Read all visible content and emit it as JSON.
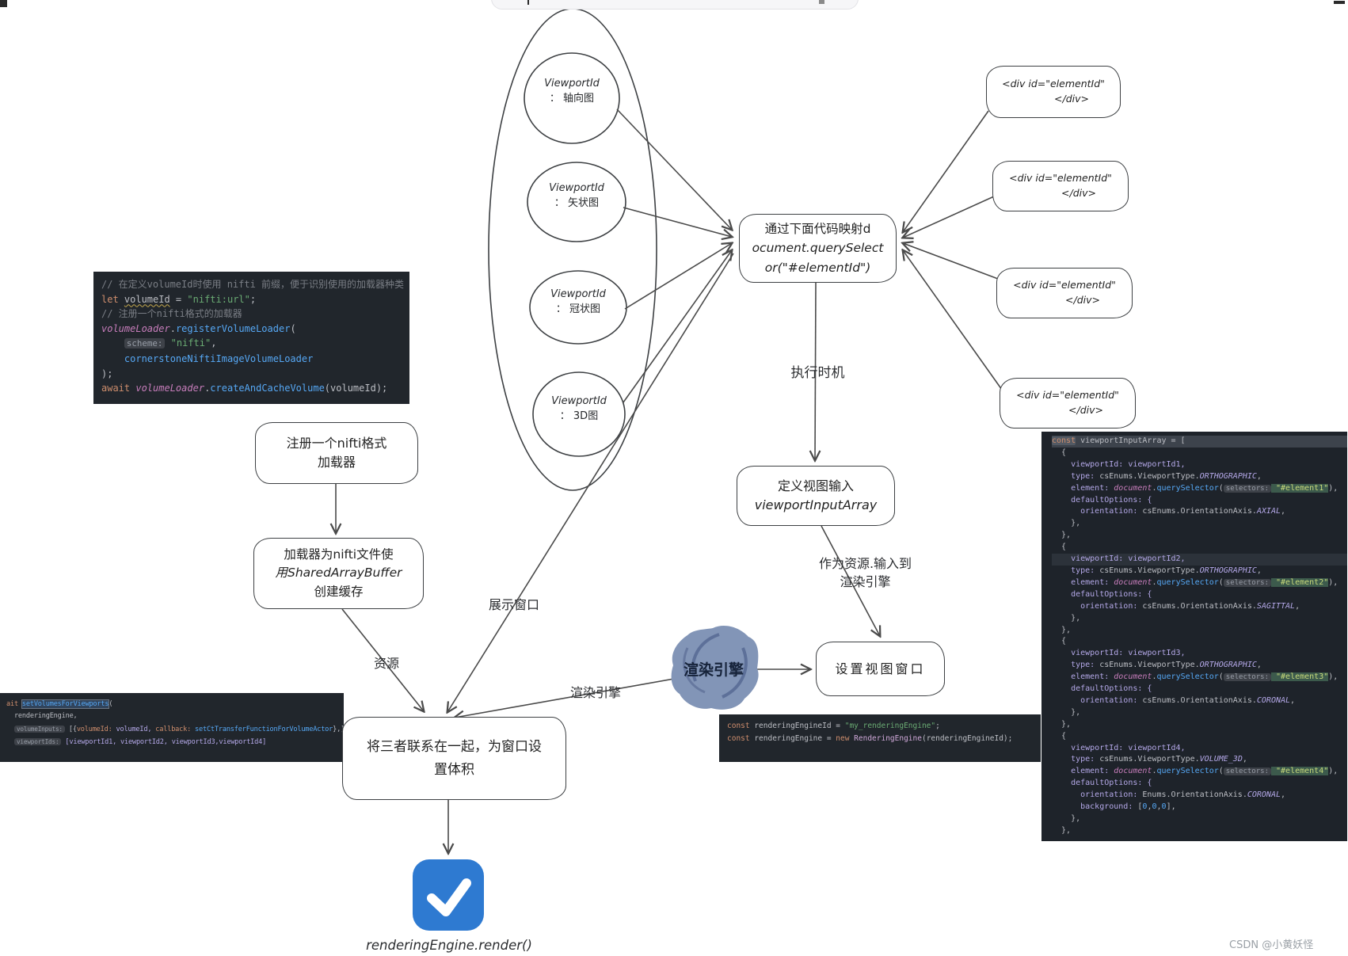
{
  "watermark": "CSDN @小黄妖怪",
  "colors": {
    "accent_blue": "#2e7ad1",
    "blob_blue": "#8295b7",
    "code_bg": "#21262c",
    "panel_bg": "#1e232a"
  },
  "icons": {
    "checkmark": "check-icon",
    "blob": "render-engine-scribble"
  },
  "circles": [
    {
      "title": "ViewportId",
      "sub": "： 轴向图"
    },
    {
      "title": "ViewportId",
      "sub": "： 矢状图"
    },
    {
      "title": "ViewportId",
      "sub": "： 冠状图"
    },
    {
      "title": "ViewportId",
      "sub": "： 3D图"
    }
  ],
  "div_boxes": [
    {
      "l1": "<div id=\"elementId\"",
      "l2": "</div>"
    },
    {
      "l1": "<div id=\"elementId\"",
      "l2": "</div>"
    },
    {
      "l1": "<div id=\"elementId\"",
      "l2": "</div>"
    },
    {
      "l1": "<div id=\"elementId\"",
      "l2": "</div>"
    }
  ],
  "nodes": {
    "map_code": {
      "l1": "通过下面代码映射d",
      "l2": "ocument.querySelect",
      "l3": "or(\"#elementId\")"
    },
    "define_input": {
      "l1": "定义视图输入",
      "l2": "viewportInputArray"
    },
    "set_viewport": {
      "label": "设置视图窗口"
    },
    "register_loader": {
      "l1": "注册一个nifti格式",
      "l2": "加载器"
    },
    "loader_buffer": {
      "l1": "加载器为nifti文件使",
      "l2": "用SharedArrayBuffer",
      "l3": "创建缓存"
    },
    "combine": {
      "l1": "将三者联系在一起，为窗口设",
      "l2": "置体积"
    }
  },
  "labels": {
    "exec_timing": "执行时机",
    "as_resource_l1": "作为资源.输入到",
    "as_resource_l2": "渲染引擎",
    "engine_blob": "渲染引擎",
    "engine_arrow": "渲染引擎",
    "display_window": "展示窗口",
    "resource": "资源",
    "render_call": "renderingEngine.render()"
  },
  "code1": {
    "lines": [
      {
        "t": [
          [
            "cmt",
            "// 在定义volumeId时使用 nifti 前缀，便于识别使用的加载器种类"
          ]
        ]
      },
      {
        "t": [
          [
            "kw",
            "let "
          ],
          [
            "ul",
            "volumeId"
          ],
          [
            "pl",
            " = "
          ],
          [
            "str",
            "\"nifti:url\""
          ],
          [
            "pl",
            ";"
          ]
        ]
      },
      {
        "t": [
          [
            "cmt",
            "// 注册一个nifti格式的加载器"
          ]
        ]
      },
      {
        "t": [
          [
            "gv",
            "volumeLoader"
          ],
          [
            "pl",
            "."
          ],
          [
            "fn",
            "registerVolumeLoader"
          ],
          [
            "pl",
            "("
          ]
        ]
      },
      {
        "t": [
          [
            "pl",
            "    "
          ],
          [
            "chip",
            "scheme:"
          ],
          [
            "str",
            " \"nifti\""
          ],
          [
            "pl",
            ","
          ]
        ]
      },
      {
        "t": [
          [
            "pl",
            "    "
          ],
          [
            "fn",
            "cornerstoneNiftiImageVolumeLoader"
          ]
        ]
      },
      {
        "t": [
          [
            "pl",
            ");"
          ]
        ]
      },
      {
        "t": [
          [
            "kw",
            "await "
          ],
          [
            "gv",
            "volumeLoader"
          ],
          [
            "pl",
            "."
          ],
          [
            "fn",
            "createAndCacheVolume"
          ],
          [
            "pl",
            "(volumeId);"
          ]
        ]
      }
    ]
  },
  "code2": {
    "lines": [
      {
        "t": [
          [
            "kw",
            "const "
          ],
          [
            "pl",
            "renderingEngineId = "
          ],
          [
            "str",
            "\"my_renderingEngine\""
          ],
          [
            "pl",
            ";"
          ]
        ]
      },
      {
        "t": [
          [
            "kw",
            "const "
          ],
          [
            "pl",
            "renderingEngine = "
          ],
          [
            "kw",
            "new "
          ],
          [
            "cls2",
            "RenderingEngine"
          ],
          [
            "pl",
            "(renderingEngineId);"
          ]
        ]
      }
    ]
  },
  "code3": {
    "lines": [
      {
        "t": [
          [
            "kw",
            "ait "
          ],
          [
            "fnbox",
            "setVolumesForViewports"
          ],
          [
            "pl",
            "("
          ]
        ]
      },
      {
        "t": [
          [
            "pl",
            "  renderingEngine,"
          ]
        ]
      },
      {
        "t": [
          [
            "pl",
            "  "
          ],
          [
            "chip",
            "volumeInputs:"
          ],
          [
            "pl",
            " [{"
          ],
          [
            "kw",
            "volumeId:"
          ],
          [
            "key",
            " volumeId, "
          ],
          [
            "kw",
            "callback:"
          ],
          [
            "fn",
            " setCtTransferFunctionForVolumeActor"
          ],
          [
            "pl",
            "},],"
          ]
        ]
      },
      {
        "t": [
          [
            "pl",
            "  "
          ],
          [
            "chip",
            "viewportIds:"
          ],
          [
            "key",
            " [viewportId1, viewportId2, viewportId3,viewportId4]"
          ]
        ]
      }
    ]
  },
  "code4": {
    "lines": [
      {
        "c": "hlt",
        "t": [
          [
            "kwbox",
            "const"
          ],
          [
            "pl",
            " viewportInputArray = ["
          ]
        ]
      },
      {
        "t": [
          [
            "pl",
            "  {"
          ]
        ]
      },
      {
        "t": [
          [
            "key",
            "    viewportId: viewportId1,"
          ]
        ]
      },
      {
        "t": [
          [
            "key",
            "    type: "
          ],
          [
            "pl",
            "csEnums.ViewportType."
          ],
          [
            "en",
            "ORTHOGRAPHIC"
          ],
          [
            "pl",
            ","
          ]
        ]
      },
      {
        "t": [
          [
            "key",
            "    element: "
          ],
          [
            "gv",
            "document"
          ],
          [
            "pl",
            "."
          ],
          [
            "fn",
            "querySelector"
          ],
          [
            "pl",
            "("
          ],
          [
            "chip",
            "selectors:"
          ],
          [
            "sel",
            " \"#element1\""
          ],
          [
            "pl",
            "),"
          ]
        ]
      },
      {
        "t": [
          [
            "key",
            "    defaultOptions: {"
          ]
        ]
      },
      {
        "t": [
          [
            "key",
            "      orientation: "
          ],
          [
            "pl",
            "csEnums.OrientationAxis."
          ],
          [
            "en",
            "AXIAL"
          ],
          [
            "pl",
            ","
          ]
        ]
      },
      {
        "t": [
          [
            "pl",
            "    },"
          ]
        ]
      },
      {
        "t": [
          [
            "pl",
            "  },"
          ]
        ]
      },
      {
        "t": [
          [
            "pl",
            "  {"
          ]
        ]
      },
      {
        "c": "hll",
        "t": [
          [
            "key",
            "    viewportId: viewportId2,"
          ]
        ]
      },
      {
        "t": [
          [
            "key",
            "    type: "
          ],
          [
            "pl",
            "csEnums.ViewportType."
          ],
          [
            "en",
            "ORTHOGRAPHIC"
          ],
          [
            "pl",
            ","
          ]
        ]
      },
      {
        "t": [
          [
            "key",
            "    element: "
          ],
          [
            "gv",
            "document"
          ],
          [
            "pl",
            "."
          ],
          [
            "fn",
            "querySelector"
          ],
          [
            "pl",
            "("
          ],
          [
            "chip",
            "selectors:"
          ],
          [
            "sel",
            " \"#element2\""
          ],
          [
            "pl",
            "),"
          ]
        ]
      },
      {
        "t": [
          [
            "key",
            "    defaultOptions: {"
          ]
        ]
      },
      {
        "t": [
          [
            "key",
            "      orientation: "
          ],
          [
            "pl",
            "csEnums.OrientationAxis."
          ],
          [
            "en",
            "SAGITTAL"
          ],
          [
            "pl",
            ","
          ]
        ]
      },
      {
        "t": [
          [
            "pl",
            "    },"
          ]
        ]
      },
      {
        "t": [
          [
            "pl",
            "  },"
          ]
        ]
      },
      {
        "t": [
          [
            "pl",
            "  {"
          ]
        ]
      },
      {
        "t": [
          [
            "key",
            "    viewportId: viewportId3,"
          ]
        ]
      },
      {
        "t": [
          [
            "key",
            "    type: "
          ],
          [
            "pl",
            "csEnums.ViewportType."
          ],
          [
            "en",
            "ORTHOGRAPHIC"
          ],
          [
            "pl",
            ","
          ]
        ]
      },
      {
        "t": [
          [
            "key",
            "    element: "
          ],
          [
            "gv",
            "document"
          ],
          [
            "pl",
            "."
          ],
          [
            "fn",
            "querySelector"
          ],
          [
            "pl",
            "("
          ],
          [
            "chip",
            "selectors:"
          ],
          [
            "sel",
            " \"#element3\""
          ],
          [
            "pl",
            "),"
          ]
        ]
      },
      {
        "t": [
          [
            "key",
            "    defaultOptions: {"
          ]
        ]
      },
      {
        "t": [
          [
            "key",
            "      orientation: "
          ],
          [
            "pl",
            "csEnums.OrientationAxis."
          ],
          [
            "en",
            "CORONAL"
          ],
          [
            "pl",
            ","
          ]
        ]
      },
      {
        "t": [
          [
            "pl",
            "    },"
          ]
        ]
      },
      {
        "t": [
          [
            "pl",
            "  },"
          ]
        ]
      },
      {
        "t": [
          [
            "pl",
            "  {"
          ]
        ]
      },
      {
        "t": [
          [
            "key",
            "    viewportId: viewportId4,"
          ]
        ]
      },
      {
        "t": [
          [
            "key",
            "    type: "
          ],
          [
            "pl",
            "csEnums.ViewportType."
          ],
          [
            "en",
            "VOLUME_3D"
          ],
          [
            "pl",
            ","
          ]
        ]
      },
      {
        "t": [
          [
            "key",
            "    element: "
          ],
          [
            "gv",
            "document"
          ],
          [
            "pl",
            "."
          ],
          [
            "fn",
            "querySelector"
          ],
          [
            "pl",
            "("
          ],
          [
            "chip",
            "selectors:"
          ],
          [
            "sel",
            " \"#element4\""
          ],
          [
            "pl",
            "),"
          ]
        ]
      },
      {
        "t": [
          [
            "key",
            "    defaultOptions: {"
          ]
        ]
      },
      {
        "t": [
          [
            "key",
            "      orientation: "
          ],
          [
            "pl",
            "Enums.OrientationAxis."
          ],
          [
            "en",
            "CORONAL"
          ],
          [
            "pl",
            ","
          ]
        ]
      },
      {
        "t": [
          [
            "key",
            "      background: "
          ],
          [
            "pl",
            "["
          ],
          [
            "num",
            "0"
          ],
          [
            "pl",
            ","
          ],
          [
            "num",
            "0"
          ],
          [
            "pl",
            ","
          ],
          [
            "num",
            "0"
          ],
          [
            "pl",
            "],"
          ]
        ]
      },
      {
        "t": [
          [
            "pl",
            "    },"
          ]
        ]
      },
      {
        "t": [
          [
            "pl",
            "  },"
          ]
        ]
      }
    ]
  }
}
